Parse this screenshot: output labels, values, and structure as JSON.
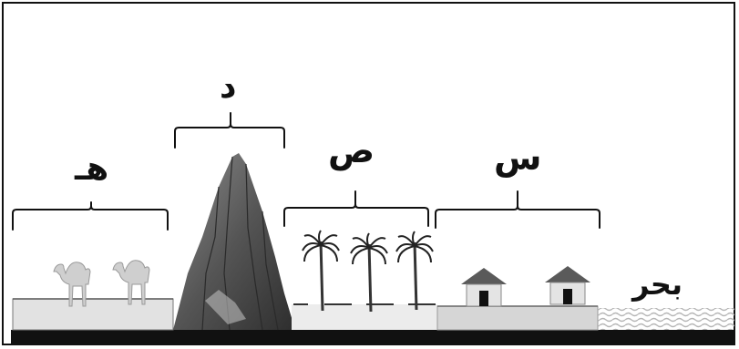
{
  "regions": {
    "h": {
      "label": "هـ"
    },
    "d": {
      "label": "د"
    },
    "s_sad": {
      "label": "ص"
    },
    "s_seen": {
      "label": "س"
    },
    "sea": {
      "label": "بحر"
    }
  },
  "colors": {
    "ink": "#111111",
    "ground": "#d9d9d9",
    "mountain_dark": "#3a3a3a",
    "mountain_light": "#9a9a9a",
    "sea_wave": "#bdbdbd"
  },
  "icons": [
    "camel-icon",
    "mountain-icon",
    "palm-tree-icon",
    "house-icon",
    "wave-icon"
  ]
}
